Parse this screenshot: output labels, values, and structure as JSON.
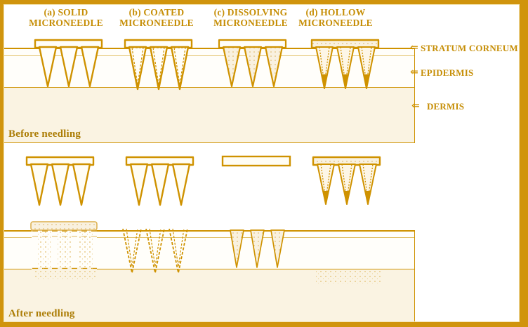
{
  "figure": {
    "type": "microneedle-drug-delivery-diagram",
    "columns": [
      {
        "id": "a",
        "line1": "(a) SOLID",
        "line2": "MICRONEEDLE"
      },
      {
        "id": "b",
        "line1": "(b) COATED",
        "line2": "MICRONEEDLE"
      },
      {
        "id": "c",
        "line1": "(c) DISSOLVING",
        "line2": "MICRONEEDLE"
      },
      {
        "id": "d",
        "line1": "(d) HOLLOW",
        "line2": "MICRONEEDLE"
      }
    ],
    "skin_layers": [
      {
        "label": "STRATUM CORNEUM"
      },
      {
        "label": "EPIDERMIS"
      },
      {
        "label": "DERMIS"
      }
    ],
    "sections": {
      "before": "Before needling",
      "after": "After needling"
    }
  },
  "icons": {
    "left_arrow": "⇐"
  },
  "colors": {
    "frame": "#d0940d",
    "line_gold": "#cf9200",
    "label_text": "#c68e06",
    "caption_text": "#ac7d06",
    "dermis_fill": "#faf3e2",
    "epidermis_fill": "#fffefa",
    "dotted_fill": "#f9f1df"
  }
}
